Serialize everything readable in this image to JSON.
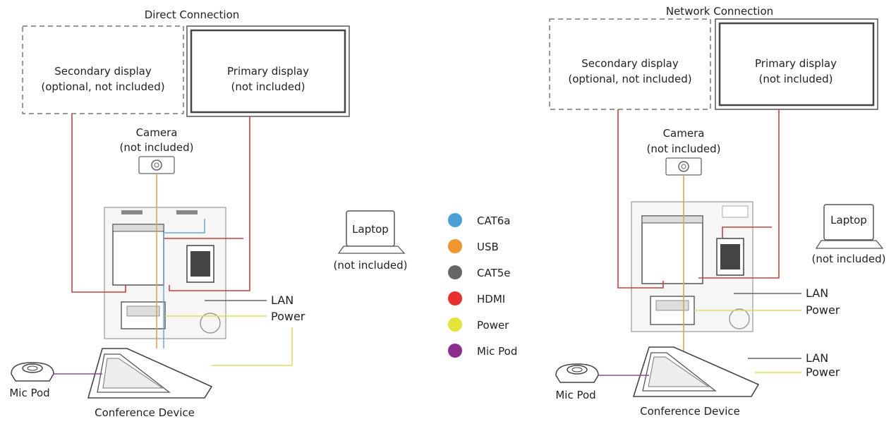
{
  "left": {
    "title": "Direct Connection",
    "secondary_display": {
      "line1": "Secondary display",
      "line2": "(optional, not included)"
    },
    "primary_display": {
      "line1": "Primary display",
      "line2": "(not included)"
    },
    "camera": {
      "line1": "Camera",
      "line2": "(not included)"
    },
    "laptop": {
      "label": "Laptop",
      "note": "(not included)"
    },
    "lan": "LAN",
    "power": "Power",
    "mic_pod": "Mic Pod",
    "conference_device": "Conference Device"
  },
  "right": {
    "title": "Network Connection",
    "secondary_display": {
      "line1": "Secondary display",
      "line2": "(optional, not included)"
    },
    "primary_display": {
      "line1": "Primary display",
      "line2": "(not included)"
    },
    "camera": {
      "line1": "Camera",
      "line2": "(not included)"
    },
    "laptop": {
      "label": "Laptop",
      "note": "(not included)"
    },
    "lan_upper": "LAN",
    "power_upper": "Power",
    "lan_lower": "LAN",
    "power_lower": "Power",
    "mic_pod": "Mic Pod",
    "conference_device": "Conference Device"
  },
  "legend": [
    {
      "label": "CAT6a",
      "color": "#4a9fd8"
    },
    {
      "label": "USB",
      "color": "#f0962e"
    },
    {
      "label": "CAT5e",
      "color": "#666666"
    },
    {
      "label": "HDMI",
      "color": "#e8302f"
    },
    {
      "label": "Power",
      "color": "#e4e43a"
    },
    {
      "label": "Mic Pod",
      "color": "#8b2f8f"
    }
  ],
  "colors": {
    "hdmi": "#c8413f",
    "usb": "#e0a060",
    "cat6a": "#6aa7cf",
    "power": "#dede60",
    "cat5e": "#666666",
    "micpod": "#8b4a90"
  }
}
